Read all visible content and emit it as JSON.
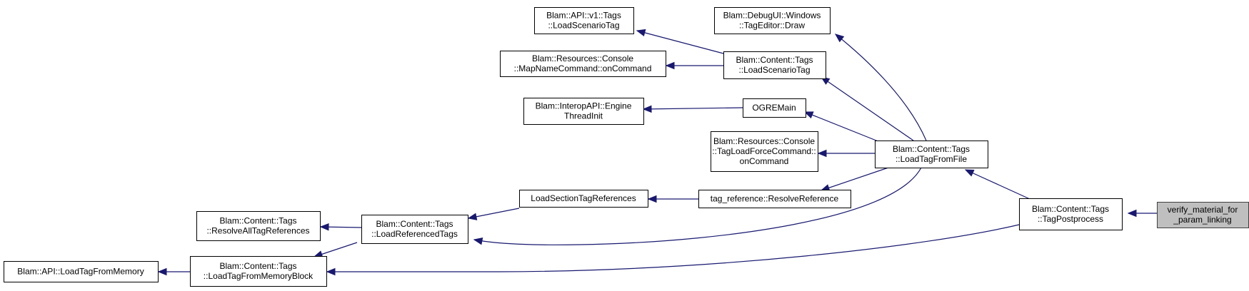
{
  "graph": {
    "type": "caller-graph",
    "colors": {
      "edge": "#191970",
      "current_fill": "#bfbfbf",
      "node_border": "#000000"
    },
    "nodes": [
      {
        "id": "verify",
        "lines": [
          "verify_material_for",
          "_param_linking"
        ],
        "current": true
      },
      {
        "id": "tagpost",
        "lines": [
          "Blam::Content::Tags",
          "::TagPostprocess"
        ]
      },
      {
        "id": "loadfile",
        "lines": [
          "Blam::Content::Tags",
          "::LoadTagFromFile"
        ]
      },
      {
        "id": "apiv1",
        "lines": [
          "Blam::API::v1::Tags",
          "::LoadScenarioTag"
        ]
      },
      {
        "id": "debugui",
        "lines": [
          "Blam::DebugUI::Windows",
          "::TagEditor::Draw"
        ]
      },
      {
        "id": "mapname",
        "lines": [
          "Blam::Resources::Console",
          "::MapNameCommand::onCommand"
        ]
      },
      {
        "id": "loadscen",
        "lines": [
          "Blam::Content::Tags",
          "::LoadScenarioTag"
        ]
      },
      {
        "id": "interop",
        "lines": [
          "Blam::InteropAPI::Engine",
          "ThreadInit"
        ]
      },
      {
        "id": "ogre",
        "lines": [
          "OGREMain"
        ]
      },
      {
        "id": "tagforce",
        "lines": [
          "Blam::Resources::Console",
          "::TagLoadForceCommand::",
          "onCommand"
        ]
      },
      {
        "id": "loadsection",
        "lines": [
          "LoadSectionTagReferences"
        ]
      },
      {
        "id": "resolveref",
        "lines": [
          "tag_reference::ResolveReference"
        ]
      },
      {
        "id": "resolveall",
        "lines": [
          "Blam::Content::Tags",
          "::ResolveAllTagReferences"
        ]
      },
      {
        "id": "loadrefd",
        "lines": [
          "Blam::Content::Tags",
          "::LoadReferencedTags"
        ]
      },
      {
        "id": "apimem",
        "lines": [
          "Blam::API::LoadTagFromMemory"
        ]
      },
      {
        "id": "memblock",
        "lines": [
          "Blam::Content::Tags",
          "::LoadTagFromMemoryBlock"
        ]
      }
    ],
    "edges": [
      {
        "from": "verify",
        "to": "tagpost"
      },
      {
        "from": "tagpost",
        "to": "loadfile"
      },
      {
        "from": "tagpost",
        "to": "memblock"
      },
      {
        "from": "loadfile",
        "to": "loadscen"
      },
      {
        "from": "loadfile",
        "to": "debugui"
      },
      {
        "from": "loadfile",
        "to": "ogre"
      },
      {
        "from": "loadfile",
        "to": "tagforce"
      },
      {
        "from": "loadfile",
        "to": "resolveref"
      },
      {
        "from": "loadfile",
        "to": "loadrefd"
      },
      {
        "from": "loadscen",
        "to": "apiv1"
      },
      {
        "from": "loadscen",
        "to": "mapname"
      },
      {
        "from": "ogre",
        "to": "interop"
      },
      {
        "from": "resolveref",
        "to": "loadsection"
      },
      {
        "from": "loadsection",
        "to": "loadrefd"
      },
      {
        "from": "loadrefd",
        "to": "resolveall"
      },
      {
        "from": "loadrefd",
        "to": "memblock"
      },
      {
        "from": "memblock",
        "to": "apimem"
      }
    ]
  }
}
